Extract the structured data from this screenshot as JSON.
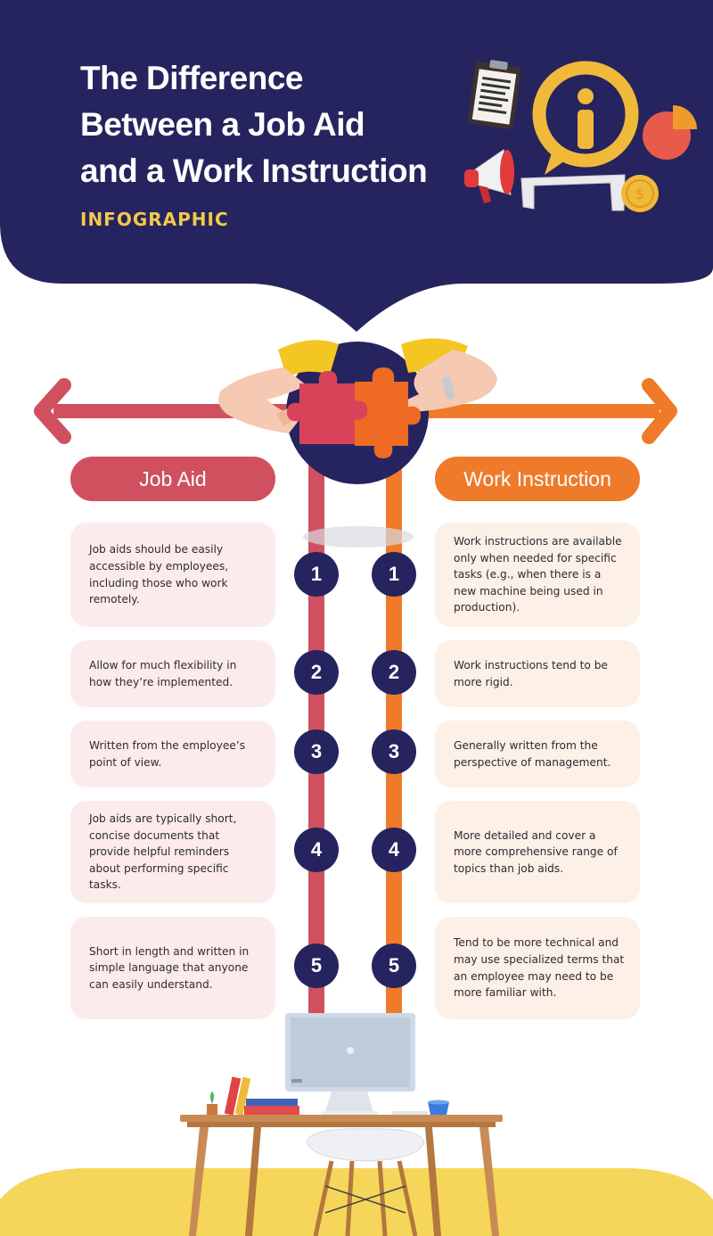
{
  "header": {
    "title_lines": [
      "The Difference",
      "Between a Job Aid",
      "and a Work Instruction"
    ],
    "subtitle": "INFOGRAPHIC"
  },
  "columns": {
    "left": {
      "label": "Job Aid",
      "items": [
        {
          "number": "1",
          "text": "Job aids should be easily accessible by employees, including those who work remotely."
        },
        {
          "number": "2",
          "text": "Allow for much flexibility in how they’re implemented."
        },
        {
          "number": "3",
          "text": "Written from the employee’s point of view."
        },
        {
          "number": "4",
          "text": "Job aids are typically short, concise documents that provide helpful reminders about performing specific tasks."
        },
        {
          "number": "5",
          "text": "Short in length and written in simple language that anyone can easily understand."
        }
      ]
    },
    "right": {
      "label": "Work Instruction",
      "items": [
        {
          "number": "1",
          "text": "Work instructions are available only when needed for specific tasks (e.g., when there is a new machine being used in production)."
        },
        {
          "number": "2",
          "text": "Work instructions tend to be more rigid."
        },
        {
          "number": "3",
          "text": "Generally written from the perspective of management."
        },
        {
          "number": "4",
          "text": "More detailed and cover a more comprehensive range of topics than job aids."
        },
        {
          "number": "5",
          "text": "Tend to be more technical and may use specialized terms that an employee may need to be more familiar with."
        }
      ]
    }
  },
  "colors": {
    "navy": "#26245e",
    "job_aid": "#d0505f",
    "work_instruction": "#ef7a2a",
    "accent_yellow": "#f2c94c",
    "floor_yellow": "#f6d65a"
  },
  "icons": [
    "clipboard-icon",
    "info-icon",
    "pie-chart-icon",
    "megaphone-icon",
    "coin-icon",
    "puzzle-icon",
    "computer-desk-illustration"
  ]
}
